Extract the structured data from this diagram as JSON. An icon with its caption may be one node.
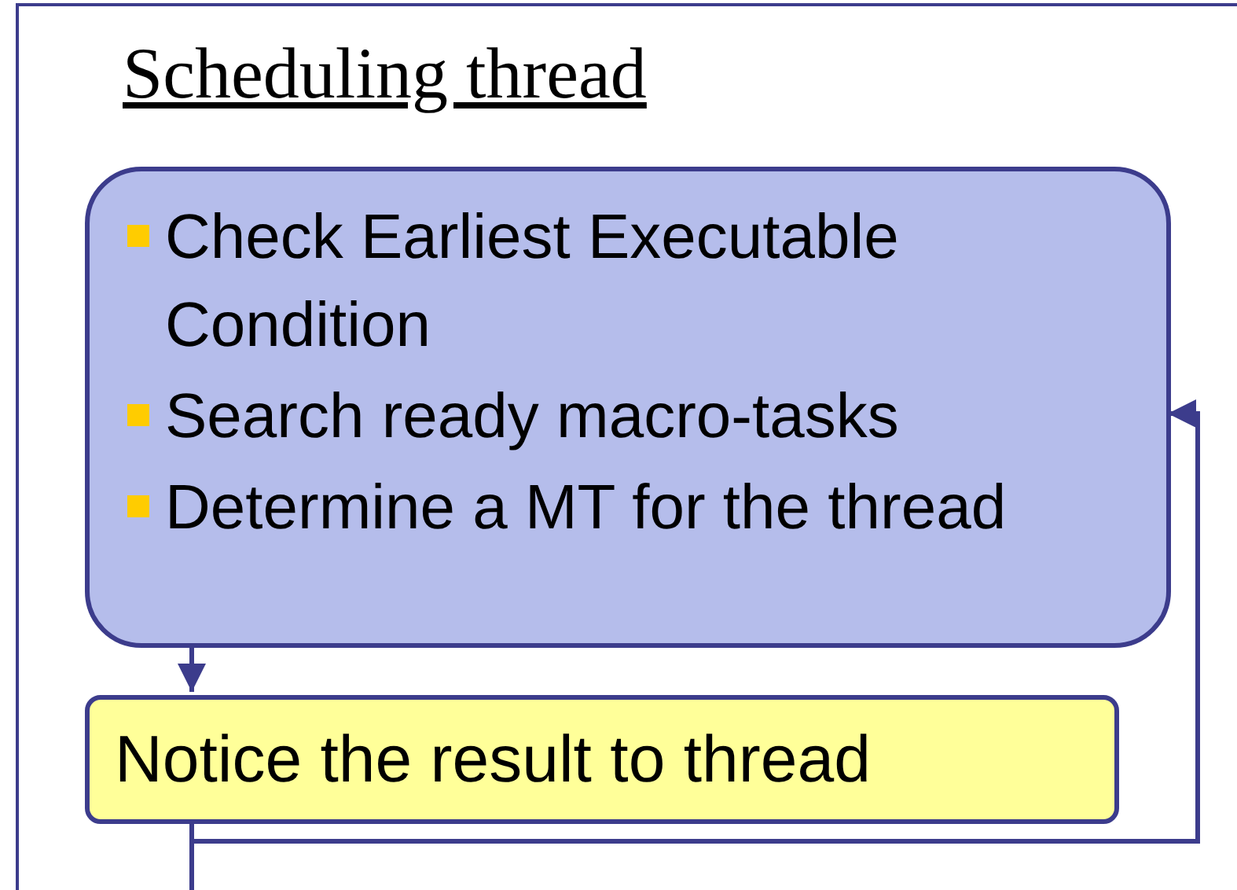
{
  "diagram": {
    "nodes": [
      {
        "text": [
          "Scheduling thread"
        ]
      },
      {
        "text": [
          "Check Earliest Executable Condition",
          "Search ready macro-tasks",
          "Determine a MT for the thread"
        ],
        "in": 0
      },
      {
        "text": [
          "Notice the result to thread"
        ],
        "in": 0
      }
    ],
    "edges": [
      {
        "from": 1,
        "to": 2,
        "arrow": "to"
      },
      {
        "from": 2,
        "to": 1,
        "arrow": "to"
      },
      {
        "from": 2,
        "to": null,
        "arrow": "none"
      }
    ]
  }
}
